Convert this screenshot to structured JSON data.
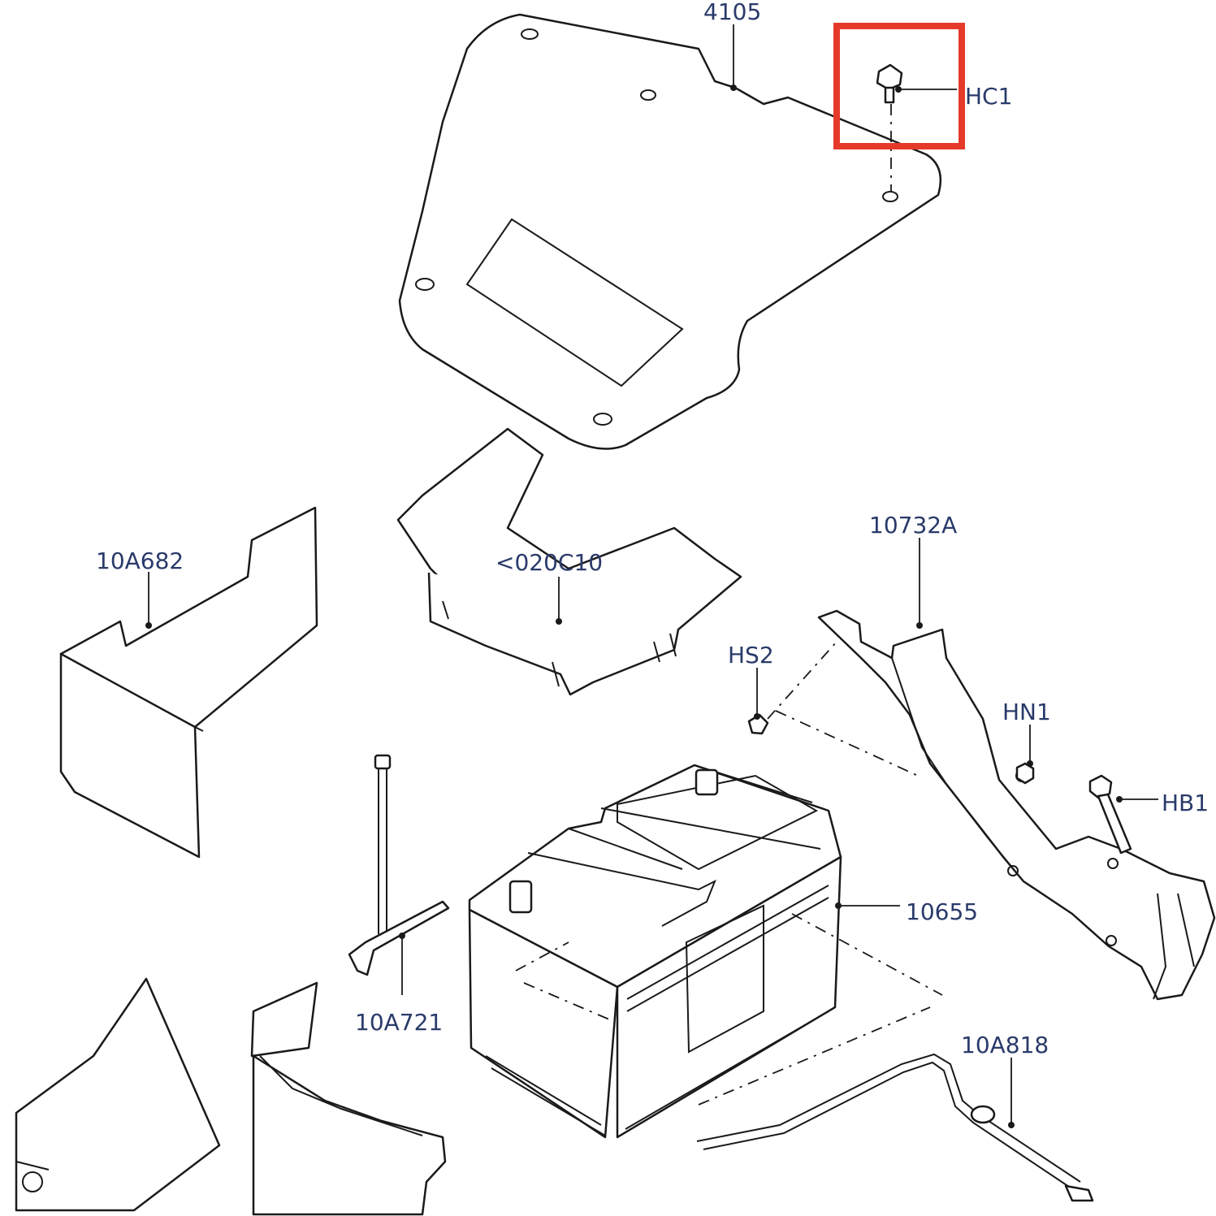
{
  "callouts": {
    "p4105": "4105",
    "hc1": "HC1",
    "p10a682": "10A682",
    "p020c10": "<020C10",
    "p10732a": "10732A",
    "hs2": "HS2",
    "hn1": "HN1",
    "hb1": "HB1",
    "p10655": "10655",
    "p10a721": "10A721",
    "p10a818": "10A818"
  },
  "highlight": {
    "target": "HC1",
    "color": "#e53a2a"
  },
  "colors": {
    "line": "#1a1a1a",
    "label": "#2a3a6a",
    "background": "#ffffff"
  }
}
